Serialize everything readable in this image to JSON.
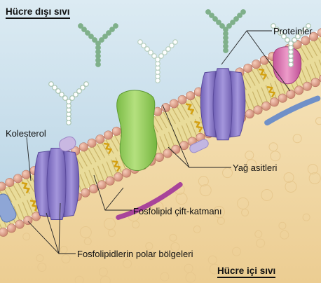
{
  "regions": {
    "outside": "Hücre dışı sıvı",
    "inside": "Hücre içi sıvı"
  },
  "labels": {
    "proteins": "Proteinler",
    "cholesterol": "Kolesterol",
    "fatty_acids": "Yağ asitleri",
    "bilayer": "Fosfolipid çift-katmanı",
    "polar_heads": "Fosfolipidlerin polar bölgeleri"
  },
  "colors": {
    "outside_fluid": "#cfe3ee",
    "inside_fluid": "#f2dcae",
    "phospholipid_head": "#e0a08a",
    "lipid_tails": "#e9dc9a",
    "cholesterol": "#d4a010",
    "channel_protein": "#8a7ac8",
    "globular_protein": "#8fcc5a",
    "pink_protein": "#d46aa6",
    "glycocalyx": "#7fb08a",
    "peripheral_protein_blue": "#6f90c8",
    "peripheral_protein_magenta": "#a8449a"
  }
}
